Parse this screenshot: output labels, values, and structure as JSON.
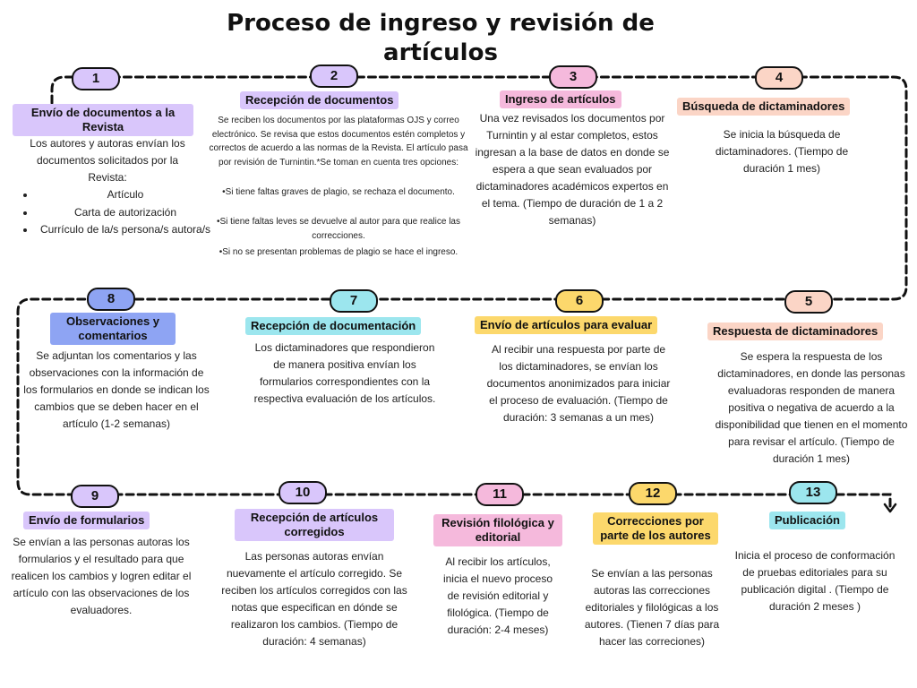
{
  "title": "Proceso de ingreso y revisión de artículos",
  "colors": {
    "purple": "#d9c6fb",
    "pink": "#f5b9dc",
    "peach": "#fbd5c6",
    "blue": "#8ea4f3",
    "cyan": "#9ce6ee",
    "yellow": "#fcd86c",
    "line": "#111111"
  },
  "steps": [
    {
      "num": "1",
      "heading": "Envío de documentos a la Revista",
      "text": "Los autores y autoras envían los documentos solicitados por la Revista:",
      "items": [
        "Artículo",
        "Carta de autorización",
        "Currículo de la/s persona/s autora/s"
      ]
    },
    {
      "num": "2",
      "heading": "Recepción de documentos",
      "text": "Se reciben los documentos por las plataformas OJS y correo electrónico. Se revisa que estos documentos estén completos y correctos de acuerdo a las normas de la Revista. El artículo pasa por revisión de Turnintin.*Se toman en cuenta tres opciones:",
      "items": [
        "•Si tiene faltas graves de plagio, se rechaza el documento.",
        "•Si tiene faltas leves se devuelve al autor para que realice las correcciones.",
        "•Si no se presentan problemas de plagio se hace el ingreso."
      ]
    },
    {
      "num": "3",
      "heading": "Ingreso de artículos",
      "text": "Una vez revisados los documentos por Turnintin y al estar completos, estos ingresan a la base de datos en donde se espera a que sean evaluados por dictaminadores académicos expertos en el tema. (Tiempo de duración de 1 a 2 semanas)"
    },
    {
      "num": "4",
      "heading": "Búsqueda de dictaminadores",
      "text": "Se inicia la búsqueda de dictaminadores.  (Tiempo de duración 1 mes)"
    },
    {
      "num": "5",
      "heading": "Respuesta de dictaminadores",
      "text": "Se espera la respuesta de los dictaminadores, en donde las personas evaluadoras responden de manera positiva o negativa de acuerdo a la disponibilidad que tienen en el momento para revisar el artículo. (Tiempo de duración 1 mes)"
    },
    {
      "num": "6",
      "heading": "Envío de artículos para evaluar",
      "text": "Al recibir una respuesta por parte de los dictaminadores, se envían los documentos anonimizados para iniciar el proceso de evaluación. (Tiempo de duración: 3 semanas a un mes)"
    },
    {
      "num": "7",
      "heading": "Recepción de documentación",
      "text": "Los dictaminadores que respondieron de manera positiva envían los formularios correspondientes con la respectiva evaluación de los artículos."
    },
    {
      "num": "8",
      "heading": "Observaciones y comentarios",
      "text": "Se adjuntan los comentarios y las observaciones con la información de los formularios en donde se indican los cambios que se deben hacer en el artículo (1-2 semanas)"
    },
    {
      "num": "9",
      "heading": "Envío de formularios",
      "text": "Se envían a las personas autoras los formularios y el resultado para que realicen los cambios y logren editar el artículo con las observaciones de los evaluadores."
    },
    {
      "num": "10",
      "heading": "Recepción de artículos corregidos",
      "text": "Las personas autoras envían nuevamente el artículo corregido. Se reciben los artículos corregidos con las notas que especifican en dónde se realizaron los cambios. (Tiempo de duración: 4 semanas)"
    },
    {
      "num": "11",
      "heading": "Revisión filológica y editorial",
      "text": "Al recibir los artículos, inicia el nuevo proceso de revisión editorial y filológica. (Tiempo de duración: 2-4 meses)"
    },
    {
      "num": "12",
      "heading": "Correcciones por parte de los autores",
      "text": "Se envían a las personas autoras las correcciones editoriales y filológicas a los autores. (Tienen 7 días para hacer las correciones)"
    },
    {
      "num": "13",
      "heading": "Publicación",
      "text": "Inicia el  proceso de conformación de pruebas editoriales para su publicación digital . (Tiempo de duración 2 meses )"
    }
  ]
}
